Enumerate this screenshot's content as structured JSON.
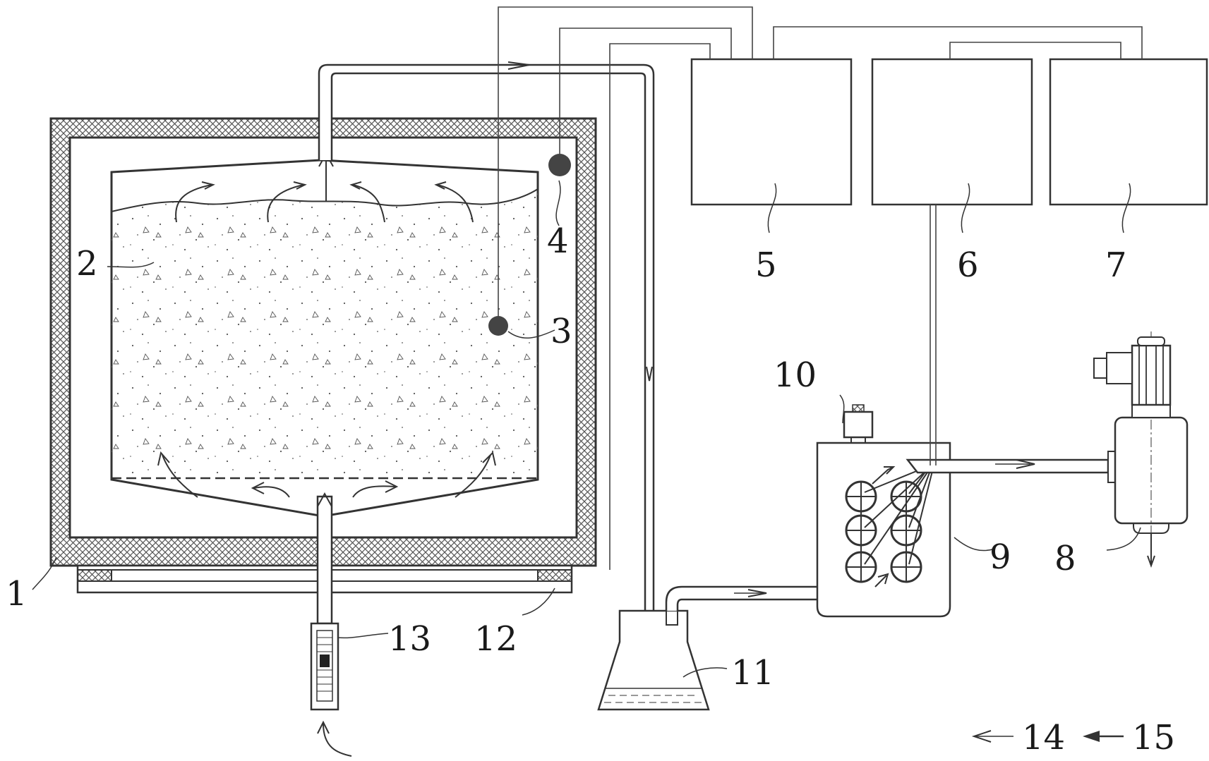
{
  "diagram": {
    "labels": {
      "l1": "1",
      "l2": "2",
      "l3": "3",
      "l4": "4",
      "l5": "5",
      "l6": "6",
      "l7": "7",
      "l8": "8",
      "l9": "9",
      "l10": "10",
      "l11": "11",
      "l12": "12",
      "l13": "13",
      "l14": "14",
      "l15": "15"
    },
    "colors": {
      "line": "#333333",
      "insulation_hatch": "#555555",
      "sensor": "#111111",
      "background": "#ffffff"
    }
  }
}
